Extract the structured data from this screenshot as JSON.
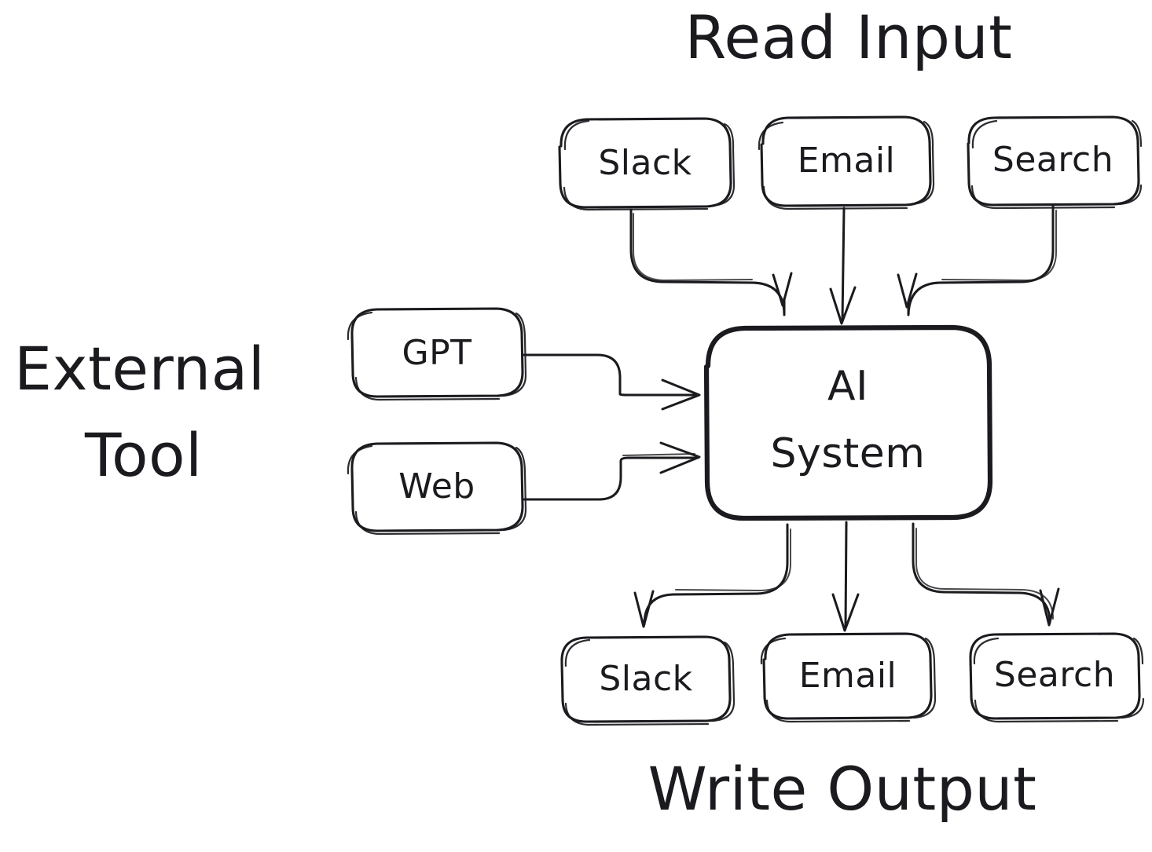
{
  "diagram": {
    "title_top": "Read Input",
    "title_bottom": "Write Output",
    "title_left_line1": "External",
    "title_left_line2": "Tool",
    "center_node_line1": "AI",
    "center_node_line2": "System",
    "stroke_color": "#1b1b1f",
    "background_color": "#ffffff"
  },
  "read_input": {
    "group_label": "Read Input",
    "nodes": [
      {
        "label": "Slack"
      },
      {
        "label": "Email"
      },
      {
        "label": "Search"
      }
    ]
  },
  "external_tool": {
    "group_label_line1": "External",
    "group_label_line2": "Tool",
    "nodes": [
      {
        "label": "GPT"
      },
      {
        "label": "Web"
      }
    ]
  },
  "write_output": {
    "group_label": "Write Output",
    "nodes": [
      {
        "label": "Slack"
      },
      {
        "label": "Email"
      },
      {
        "label": "Search"
      }
    ]
  },
  "center": {
    "line1": "AI",
    "line2": "System"
  }
}
